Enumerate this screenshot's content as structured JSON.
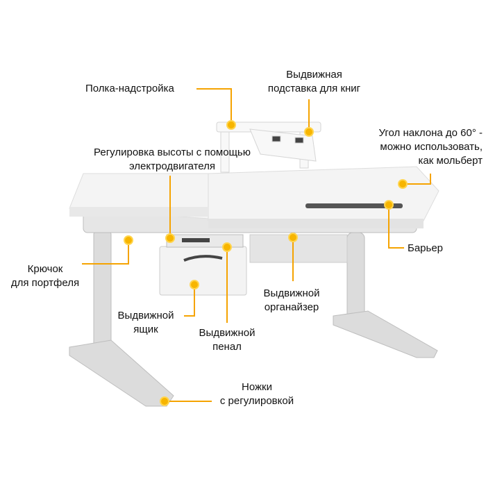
{
  "colors": {
    "accent": "#f5a300",
    "marker": "#f7b500",
    "desk": "#f2f2f2",
    "frame": "#c8c8c8"
  },
  "labels": {
    "shelf": "Полка-надстройка",
    "book_stand": [
      "Выдвижная",
      "подставка для книг"
    ],
    "tilt": [
      "Угол наклона до 60° -",
      "можно использовать,",
      "как мольберт"
    ],
    "motor": [
      "Регулировка высоты с помощью",
      "электродвигателя"
    ],
    "hook": [
      "Крючок",
      "для портфеля"
    ],
    "barrier": "Барьер",
    "organizer": [
      "Выдвижной",
      "органайзер"
    ],
    "drawer": [
      "Выдвижной",
      "ящик"
    ],
    "pencil": [
      "Выдвижной",
      "пенал"
    ],
    "legs": [
      "Ножки",
      "с регулировкой"
    ]
  }
}
